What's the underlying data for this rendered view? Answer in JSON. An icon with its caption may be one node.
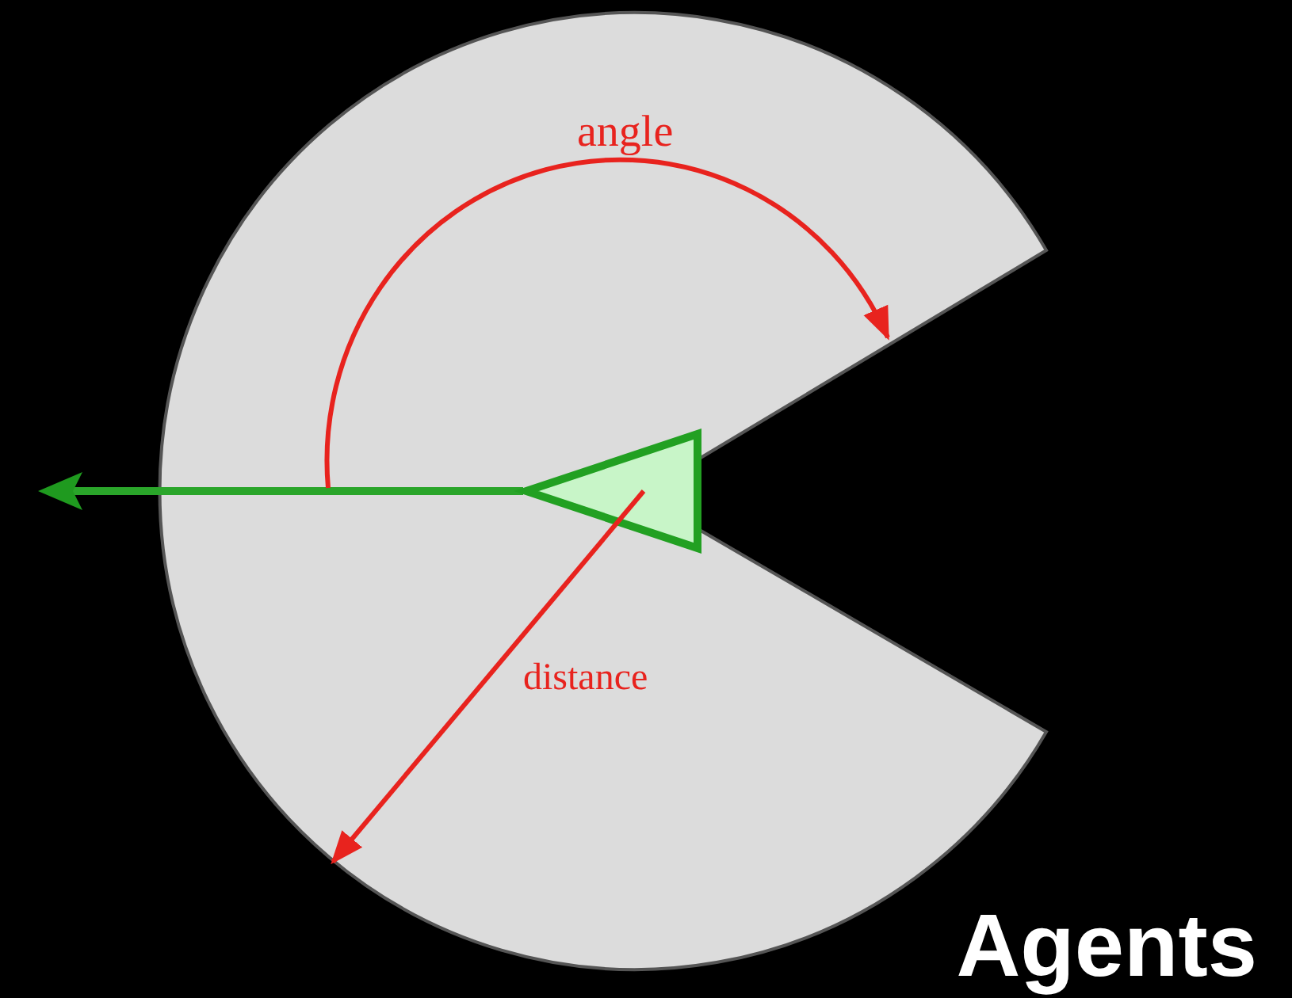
{
  "diagram": {
    "title": "Agents",
    "labels": [
      "angle",
      "distance"
    ]
  }
}
